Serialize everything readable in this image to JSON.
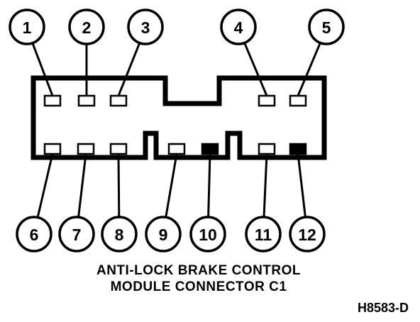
{
  "caption": {
    "line1": "ANTI-LOCK BRAKE CONTROL",
    "line2": "MODULE CONNECTOR C1"
  },
  "figure_id": "H8583-D",
  "pins": [
    {
      "label": "1",
      "filled": false
    },
    {
      "label": "2",
      "filled": false
    },
    {
      "label": "3",
      "filled": false
    },
    {
      "label": "4",
      "filled": false
    },
    {
      "label": "5",
      "filled": false
    },
    {
      "label": "6",
      "filled": false
    },
    {
      "label": "7",
      "filled": false
    },
    {
      "label": "8",
      "filled": false
    },
    {
      "label": "9",
      "filled": false
    },
    {
      "label": "10",
      "filled": true
    },
    {
      "label": "11",
      "filled": false
    },
    {
      "label": "12",
      "filled": true
    }
  ],
  "colors": {
    "ink": "#000000",
    "background": "#ffffff"
  }
}
